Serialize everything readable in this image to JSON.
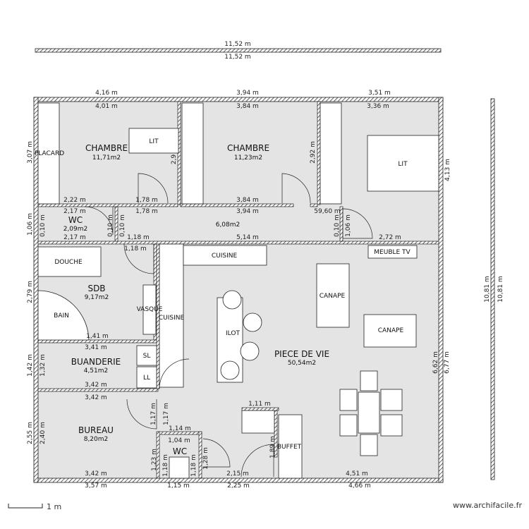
{
  "dimensions": {
    "overall_top": "11,52 m",
    "overall_bottom": "11,52 m",
    "top_ext_1": "4,16 m",
    "top_int_1": "4,01 m",
    "top_ext_2": "3,94 m",
    "top_int_2": "3,84 m",
    "top_ext_3": "3,51 m",
    "top_int_3": "3,36 m",
    "ch1_bottom_left": "2,22 m",
    "ch1_bottom_right": "1,78 m",
    "ch2_bottom": "3,84 m",
    "corr_top_left": "2,17 m",
    "corr_top_mid": "1,78 m",
    "corr_top_center": "3,94 m",
    "corr_top_right": "59,60 m",
    "wc1_bottom": "2,17 m",
    "corr_bottom_a": "1,18 m",
    "corr_bottom_b": "5,14 m",
    "ch3_bottom": "2,72 m",
    "corr_bottom_c": "1,18 m",
    "sdb_bottom": "1,41 m",
    "buand_top": "3,41 m",
    "buand_bottom": "3,42 m",
    "bureau_top": "3,42 m",
    "wc2_top_ext": "1,14 m",
    "wc2_top_int": "1,04 m",
    "passage_top": "1,11 m",
    "bureau_bottom": "3,42 m",
    "liv_bottom_left": "2,15 m",
    "liv_bottom_right": "4,51 m",
    "ext_bottom_1": "3,57 m",
    "ext_bottom_2": "1,15 m",
    "ext_bottom_3": "2,25 m",
    "ext_bottom_4": "4,66 m",
    "left_ch1": "3,07 m",
    "left_wc1_a": "1,06 m",
    "left_wc1_b": "0,10 m",
    "wc1_right_a": "0,10 m",
    "wc1_right_b": "0,10 m",
    "corr_right_a": "0,10 m",
    "corr_right_b": "1,06 m",
    "left_sdb": "2,79 m",
    "left_buand_a": "1,42 m",
    "left_buand_b": "1,32 m",
    "left_bureau_a": "2,55 m",
    "left_bureau_b": "2,40 m",
    "ch1_right": "2,9",
    "ch2_right": "2,92 m",
    "ch3_right": "4,13 m",
    "liv_right_a": "6,62 m",
    "liv_right_b": "6,77 m",
    "overall_right_a": "10,81 m",
    "overall_right_b": "10,81 m",
    "passage_left_a": "1,17 m",
    "passage_left_b": "1,17 m",
    "wc2_left_a": "1,23 m",
    "wc2_left_b": "1,18 m",
    "wc2_right_a": "1,18 m",
    "wc2_right_b": "1,28 m",
    "buffet_left": "1,89 m"
  },
  "rooms": {
    "chambre1": {
      "name": "CHAMBRE",
      "area": "11,71m2"
    },
    "chambre2": {
      "name": "CHAMBRE",
      "area": "11,23m2"
    },
    "wc1": {
      "name": "WC",
      "area": "2,09m2"
    },
    "couloir": {
      "area": "6,08m2"
    },
    "sdb": {
      "name": "SDB",
      "area": "9,17m2"
    },
    "buanderie": {
      "name": "BUANDERIE",
      "area": "4,51m2"
    },
    "bureau": {
      "name": "BUREAU",
      "area": "8,20m2"
    },
    "wc2": {
      "name": "WC"
    },
    "piece_de_vie": {
      "name": "PIECE DE VIE",
      "area": "50,54m2"
    }
  },
  "furniture": {
    "placard": "PLACARD",
    "lit1": "LIT",
    "lit2": "LIT",
    "meuble_tv": "MEUBLE TV",
    "cuisine_top": "CUISINE",
    "cuisine_side": "CUISINE",
    "douche": "DOUCHE",
    "bain": "BAIN",
    "vasque": "VASQUE",
    "sl": "SL",
    "ll": "LL",
    "canape1": "CANAPE",
    "canape2": "CANAPE",
    "ilot": "ILOT",
    "buffet": "BUFFET"
  },
  "scale": {
    "label": "1 m"
  },
  "watermark": "www.archifacile.fr"
}
